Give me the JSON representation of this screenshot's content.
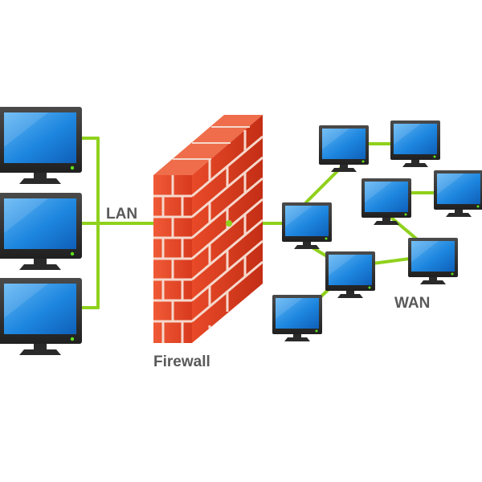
{
  "labels": {
    "lan": "LAN",
    "firewall": "Firewall",
    "wan": "WAN"
  },
  "colors": {
    "link": "#8fd11c",
    "screen": "#1d86df",
    "bezel": "#3a3a3a",
    "brick": "#e8462a",
    "mortar": "#f6d8cc",
    "label": "#595959",
    "power_led": "#5ee21a"
  },
  "icons": {
    "computer": "monitor-icon",
    "firewall": "brick-wall-icon"
  }
}
